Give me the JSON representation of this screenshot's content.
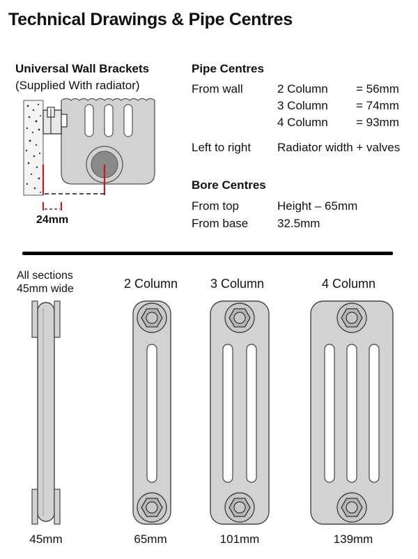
{
  "title": "Technical Drawings & Pipe Centres",
  "brackets": {
    "heading": "Universal Wall Brackets",
    "subheading": "(Supplied With radiator)",
    "dimension": "24mm"
  },
  "pipe_centres": {
    "heading": "Pipe Centres",
    "from_wall_label": "From wall",
    "rows": [
      {
        "label": "2 Column",
        "value": "= 56mm"
      },
      {
        "label": "3 Column",
        "value": "= 74mm"
      },
      {
        "label": "4 Column",
        "value": "= 93mm"
      }
    ],
    "left_to_right_label": "Left to right",
    "left_to_right_value": "Radiator width + valves"
  },
  "bore_centres": {
    "heading": "Bore Centres",
    "from_top_label": "From top",
    "from_top_value": "Height – 65mm",
    "from_base_label": "From base",
    "from_base_value": "32.5mm"
  },
  "sections": {
    "note_line1": "All sections",
    "note_line2": "45mm wide",
    "side_width": "45mm",
    "columns": [
      {
        "label": "2 Column",
        "width": "65mm",
        "slots": 1
      },
      {
        "label": "3 Column",
        "width": "101mm",
        "slots": 2
      },
      {
        "label": "4 Column",
        "width": "139mm",
        "slots": 3
      }
    ]
  },
  "colors": {
    "radiator_fill": "#d2d2d2",
    "outline": "#444444",
    "accent_red": "#cc1a1a"
  }
}
